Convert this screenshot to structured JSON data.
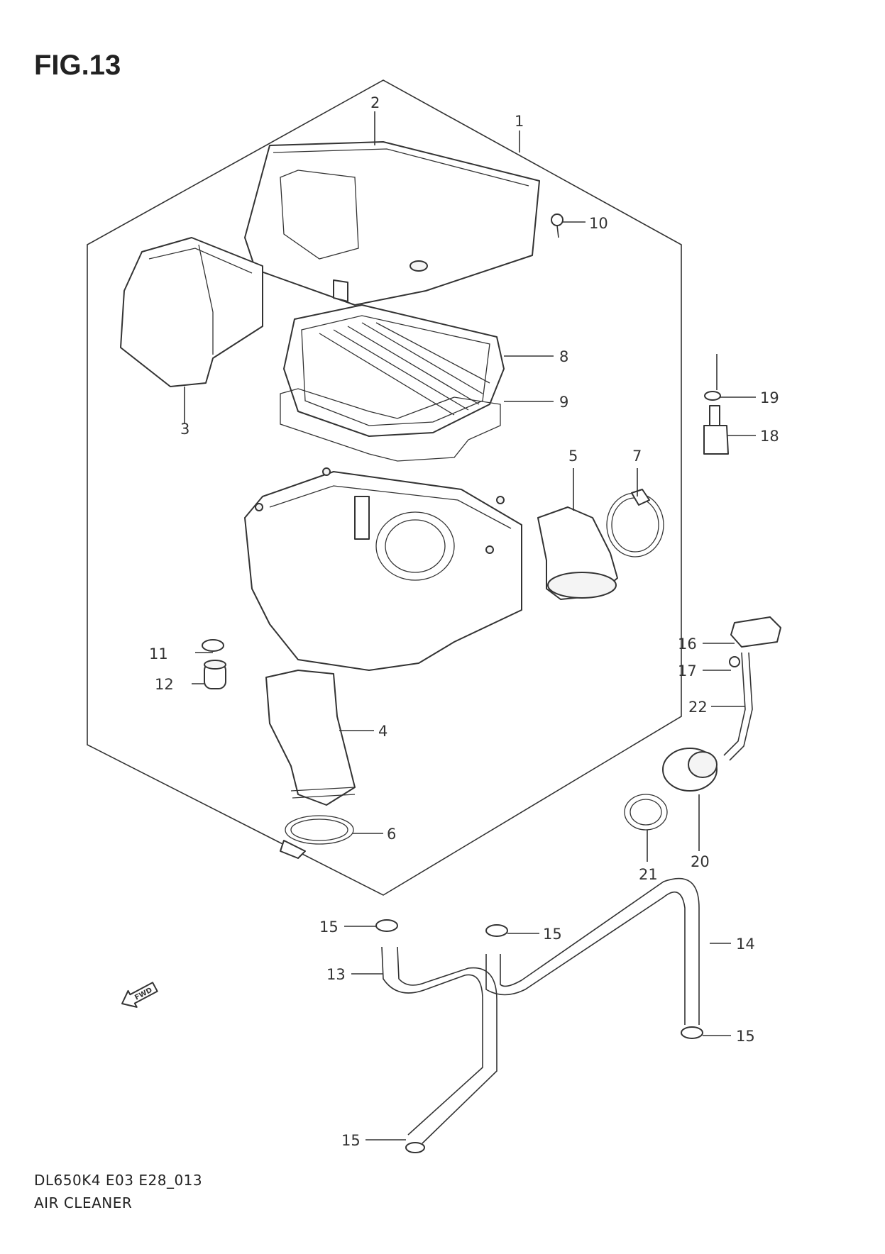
{
  "figure": {
    "title": "FIG.13",
    "code": "DL650K4 E03 E28_013",
    "name": "AIR CLEANER"
  },
  "direction_label": "FWD",
  "callouts": {
    "c1": "1",
    "c2": "2",
    "c3": "3",
    "c4": "4",
    "c5": "5",
    "c6": "6",
    "c7": "7",
    "c8": "8",
    "c9": "9",
    "c10": "10",
    "c11": "11",
    "c12": "12",
    "c13": "13",
    "c14": "14",
    "c15a": "15",
    "c15b": "15",
    "c15c": "15",
    "c15d": "15",
    "c16": "16",
    "c17": "17",
    "c18": "18",
    "c19": "19",
    "c20": "20",
    "c21": "21",
    "c22": "22"
  }
}
